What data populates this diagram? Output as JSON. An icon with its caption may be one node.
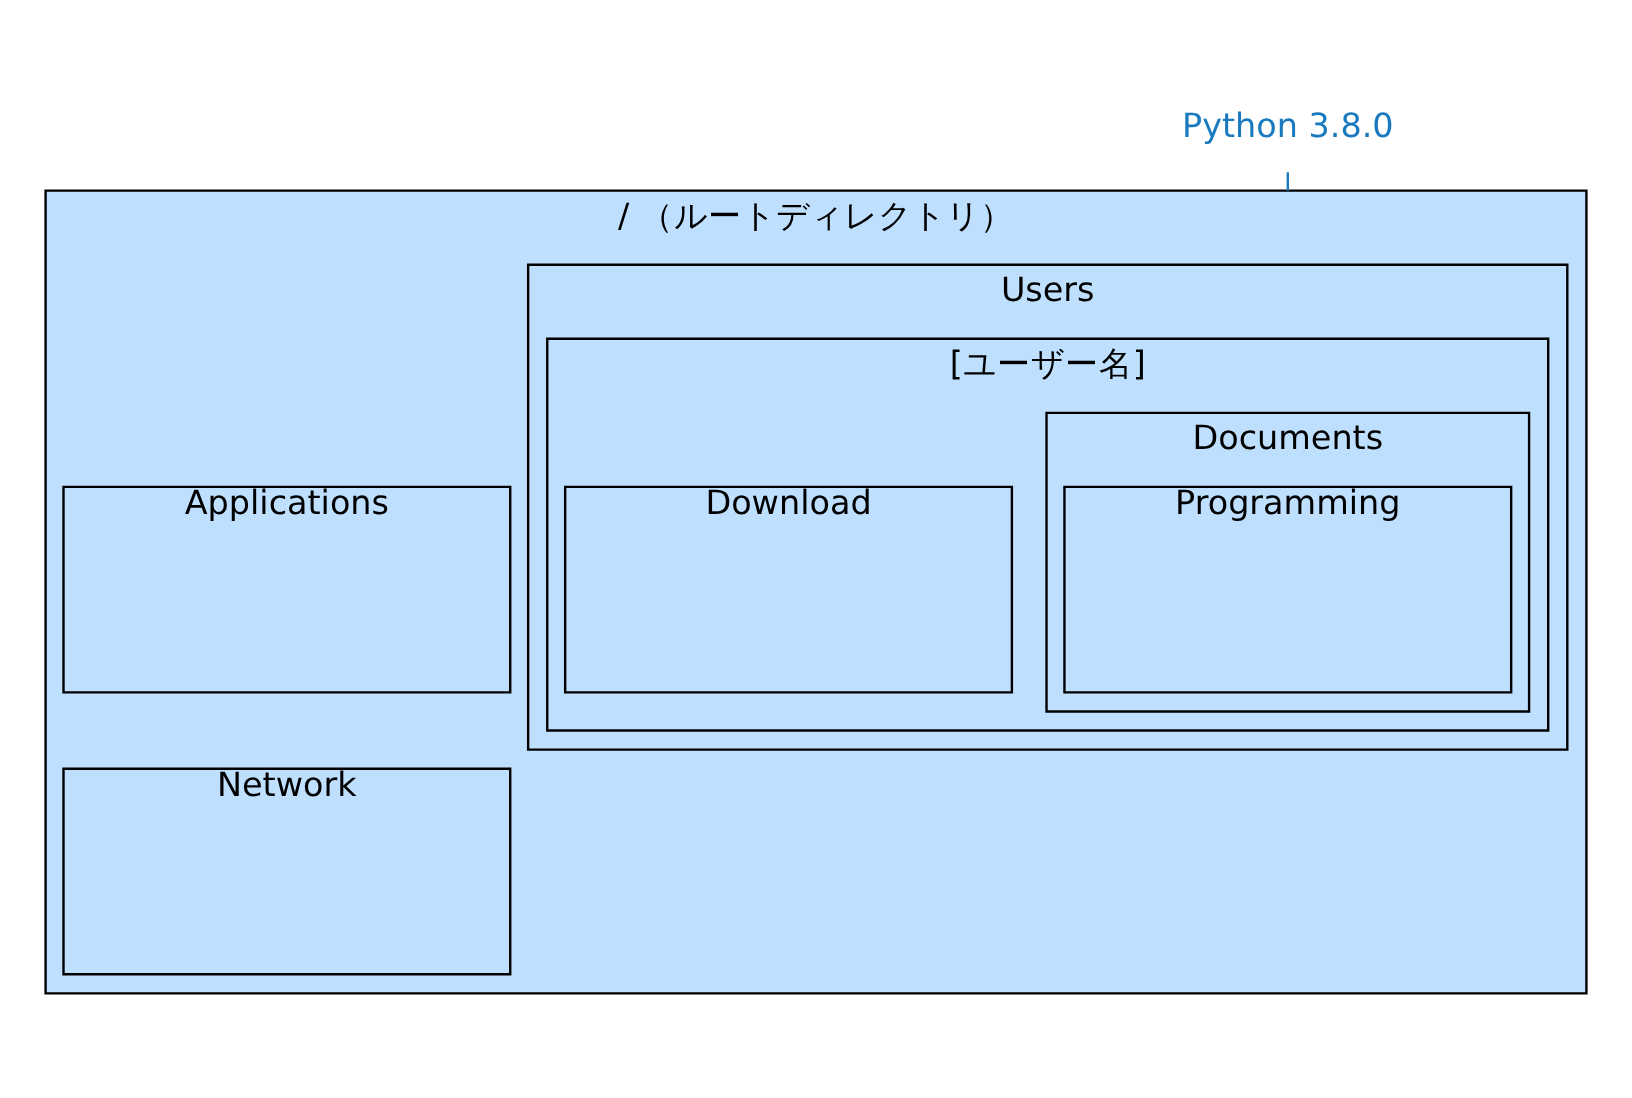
{
  "diagram": {
    "nodes": [
      {
        "text": [
          "/ （ルートディレクトリ）"
        ]
      },
      {
        "text": [
          "Users"
        ],
        "in": 0
      },
      {
        "text": [
          "[ユーザー名]"
        ],
        "in": 1
      },
      {
        "text": [
          "Documents"
        ],
        "in": 2
      },
      {
        "text": [
          "Programming"
        ],
        "in": 3
      },
      {
        "text": [
          "Download"
        ],
        "in": 2
      },
      {
        "text": [
          "Applications"
        ],
        "in": 0
      },
      {
        "text": [
          "Network"
        ],
        "in": 0
      },
      {
        "text": [
          "Python 3.8.0"
        ]
      }
    ],
    "edges": [
      {
        "from": 8,
        "to": 0,
        "arrow": "none",
        "color": "#1a7abf"
      }
    ]
  }
}
